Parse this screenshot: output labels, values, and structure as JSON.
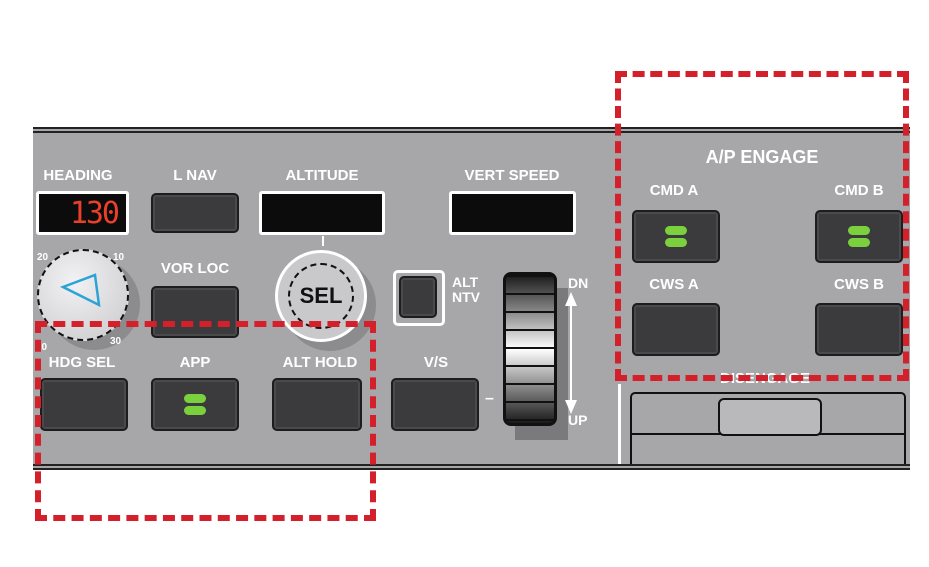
{
  "heading": {
    "label": "HEADING",
    "value": "130",
    "scale": [
      "20",
      "10",
      "10",
      "30"
    ]
  },
  "lnav": {
    "label": "L NAV"
  },
  "altitude": {
    "label": "ALTITUDE"
  },
  "vert_speed": {
    "label": "VERT SPEED"
  },
  "vorloc": {
    "label": "VOR LOC"
  },
  "sel_knob": {
    "label": "SEL"
  },
  "alt_ntv": {
    "label_1": "ALT",
    "label_2": "NTV"
  },
  "wheel": {
    "dn": "DN",
    "up": "UP",
    "dash": "–"
  },
  "hdg_sel": {
    "label": "HDG SEL"
  },
  "app": {
    "label": "APP"
  },
  "alt_hold": {
    "label": "ALT HOLD"
  },
  "vs": {
    "label": "V/S"
  },
  "ap_engage": {
    "title": "A/P ENGAGE",
    "cmd_a": "CMD A",
    "cmd_b": "CMD B",
    "cws_a": "CWS A",
    "cws_b": "CWS B"
  },
  "disengage": {
    "label": "DISENGAGE"
  },
  "colors": {
    "highlight": "#d3202a",
    "led": "#7bd03d",
    "display": "#e8402a"
  }
}
